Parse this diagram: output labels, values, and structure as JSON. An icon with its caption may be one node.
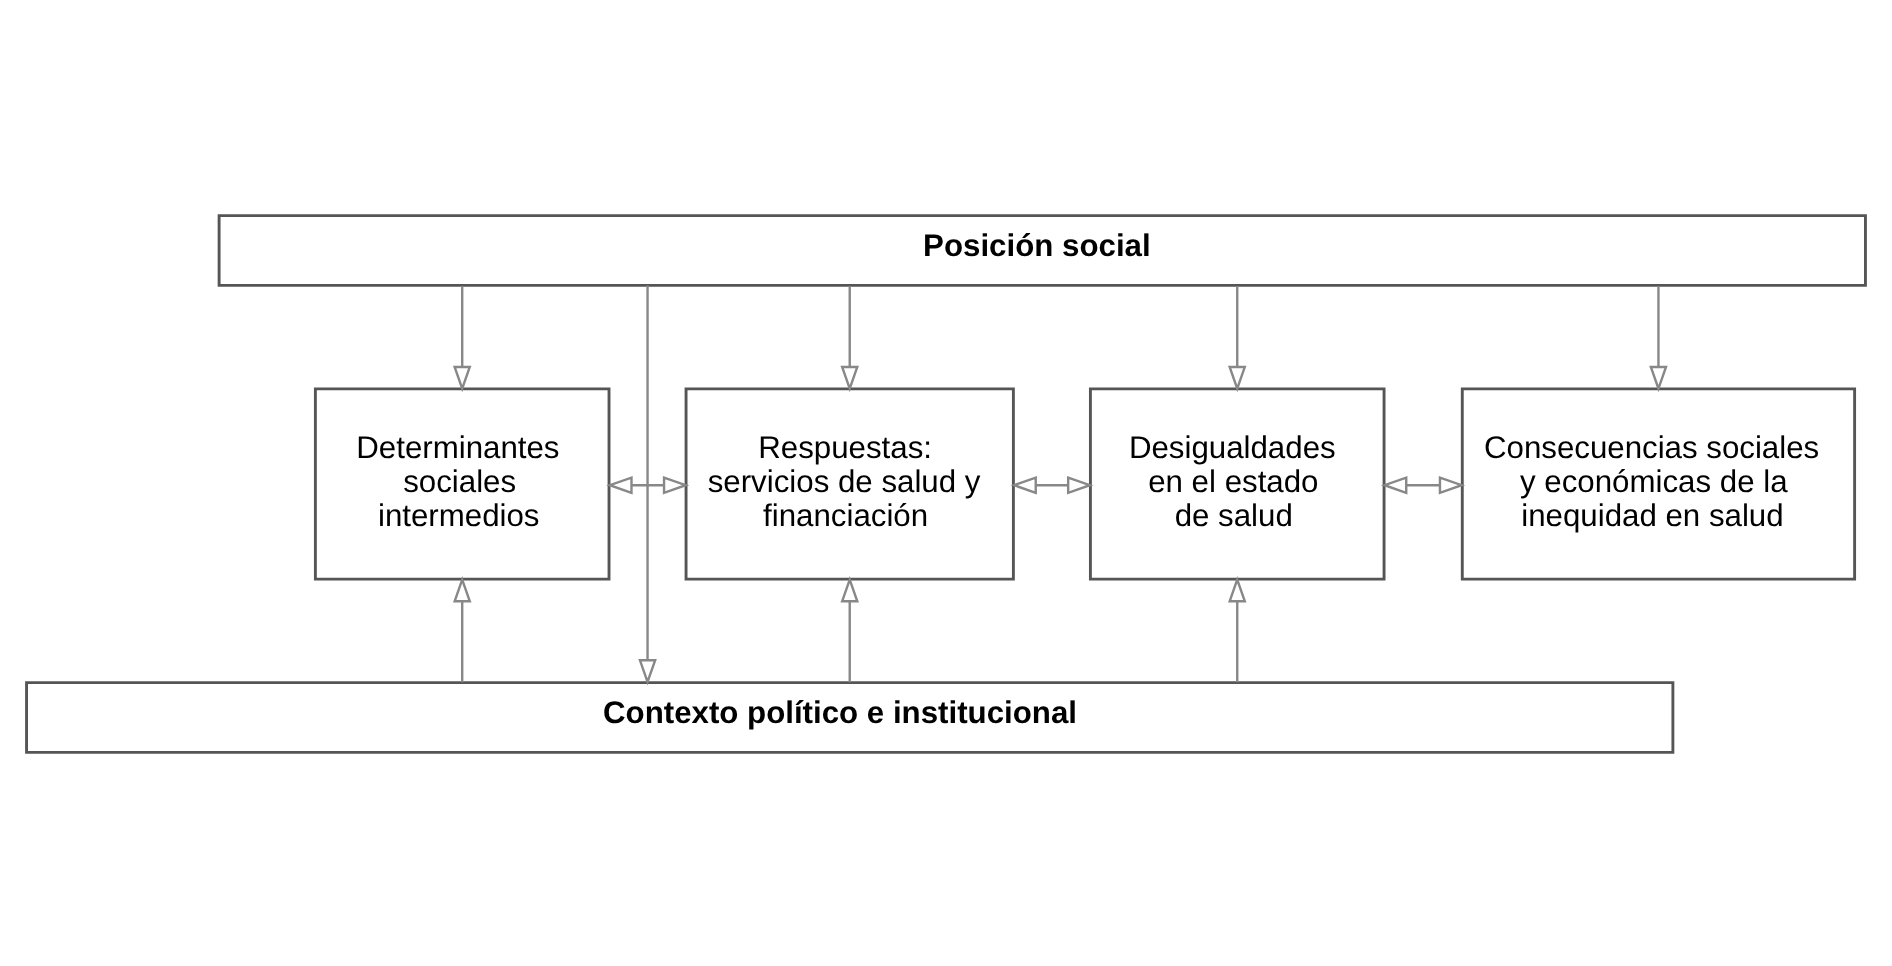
{
  "diagram": {
    "nodes": [
      {
        "text": [
          "Posición social"
        ]
      },
      {
        "text": [
          "Determinantes sociales intermedios"
        ]
      },
      {
        "text": [
          "Respuestas: servicios de salud y financiación"
        ]
      },
      {
        "text": [
          "Desigualdades en el estado de salud"
        ]
      },
      {
        "text": [
          "Consecuencias sociales y económicas de la inequidad en salud"
        ]
      },
      {
        "text": [
          "Contexto político e institucional"
        ]
      }
    ],
    "edges": [
      {
        "from": 0,
        "to": 1,
        "arrow": "to"
      },
      {
        "from": 0,
        "to": 2,
        "arrow": "to"
      },
      {
        "from": 0,
        "to": 3,
        "arrow": "to"
      },
      {
        "from": 0,
        "to": 4,
        "arrow": "to"
      },
      {
        "from": 1,
        "to": 2,
        "arrow": "both"
      },
      {
        "from": 2,
        "to": 3,
        "arrow": "both"
      },
      {
        "from": 3,
        "to": 4,
        "arrow": "both"
      },
      {
        "from": 5,
        "to": 1,
        "arrow": "to"
      },
      {
        "from": 5,
        "to": 2,
        "arrow": "to"
      },
      {
        "from": 5,
        "to": 3,
        "arrow": "to"
      },
      {
        "from": 0,
        "to": 5,
        "arrow": "to"
      }
    ]
  }
}
